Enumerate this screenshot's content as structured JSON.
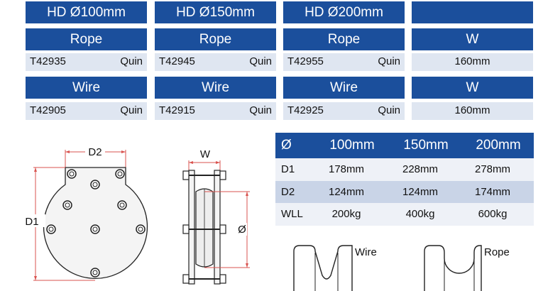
{
  "colors": {
    "header_blue": "#1b4f9c",
    "row_light": "#dfe6f1",
    "spec_alt": "#c9d4e7",
    "dim_red": "#d9534f"
  },
  "columns": [
    {
      "header": "HD Ø100mm",
      "rope_label": "Rope",
      "rope_code": "T42935",
      "rope_type": "Quin",
      "wire_label": "Wire",
      "wire_code": "T42905",
      "wire_type": "Quin"
    },
    {
      "header": "HD Ø150mm",
      "rope_label": "Rope",
      "rope_code": "T42945",
      "rope_type": "Quin",
      "wire_label": "Wire",
      "wire_code": "T42915",
      "wire_type": "Quin"
    },
    {
      "header": "HD Ø200mm",
      "rope_label": "Rope",
      "rope_code": "T42955",
      "rope_type": "Quin",
      "wire_label": "Wire",
      "wire_code": "T42925",
      "wire_type": "Quin"
    },
    {
      "header": "",
      "rope_label": "W",
      "rope_value": "160mm",
      "wire_label": "W",
      "wire_value": "160mm"
    }
  ],
  "spec_table": {
    "header": [
      "Ø",
      "100mm",
      "150mm",
      "200mm"
    ],
    "rows": [
      {
        "label": "D1",
        "values": [
          "178mm",
          "228mm",
          "278mm"
        ]
      },
      {
        "label": "D2",
        "values": [
          "124mm",
          "124mm",
          "174mm"
        ]
      },
      {
        "label": "WLL",
        "values": [
          "200kg",
          "400kg",
          "600kg"
        ]
      }
    ]
  },
  "drawing_labels": {
    "d1": "D1",
    "d2": "D2",
    "w": "W",
    "dia": "Ø"
  },
  "profiles": {
    "wire": "Wire",
    "rope": "Rope"
  }
}
